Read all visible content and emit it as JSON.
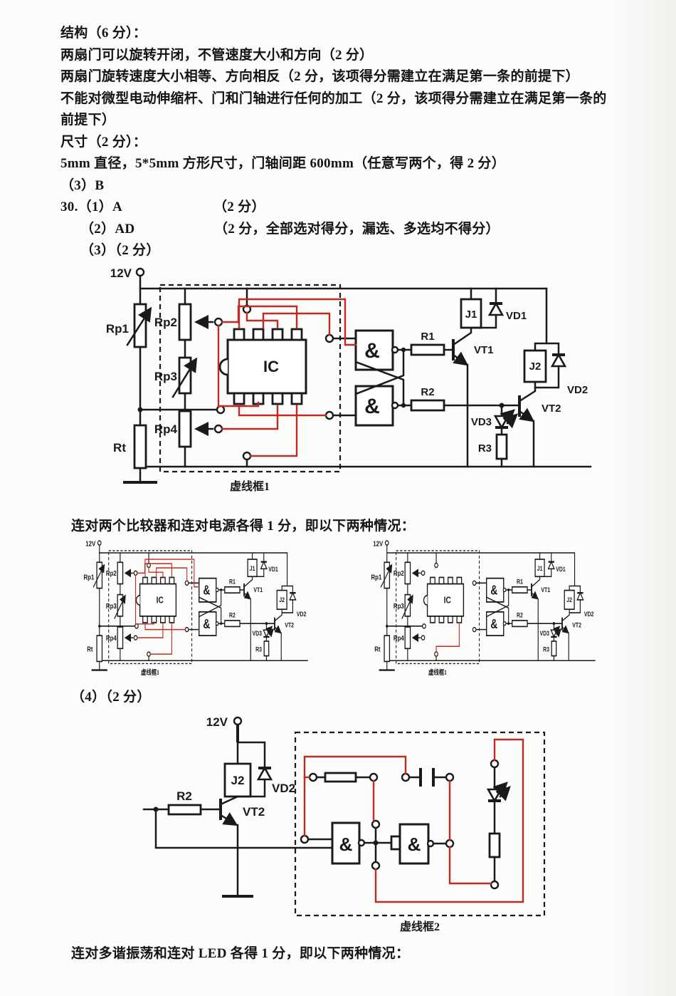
{
  "answers": {
    "lines": [
      "结构（6 分）：",
      "两扇门可以旋转开闭，不管速度大小和方向（2 分）",
      "两扇门旋转速度大小相等、方向相反（2 分，该项得分需建立在满足第一条的前提下）",
      "不能对微型电动伸缩杆、门和门轴进行任何的加工（2 分，该项得分需建立在满足第一条的",
      "前提下）",
      "尺寸（2 分）：",
      "5mm 直径，5*5mm 方形尺寸，门轴间距 600mm（任意写两个，得 2 分）",
      "（3）B",
      "30.（1）A",
      "（2）AD",
      "（3）（2 分）"
    ],
    "line9_score": "（2 分）",
    "line10_score": "（2 分，全部选对得分，漏选、多选均不得分）"
  },
  "captions": {
    "comparators": "连对两个比较器和连对电源各得 1 分，即以下两种情况：",
    "item4": "（4）（2 分）",
    "led": "连对多谐振荡和连对 LED 各得 1 分，即以下两种情况："
  },
  "circuit1": {
    "supply": "12V",
    "rp1": "Rp1",
    "rp2": "Rp2",
    "rp3": "Rp3",
    "rp4": "Rp4",
    "rt": "Rt",
    "ic": "IC",
    "gate": "&",
    "r1": "R1",
    "r2": "R2",
    "r3": "R3",
    "j1": "J1",
    "j2": "J2",
    "vd1": "VD1",
    "vd2": "VD2",
    "vd3": "VD3",
    "vt1": "VT1",
    "vt2": "VT2",
    "box_label": "虚线框1"
  },
  "circuit4": {
    "supply": "12V",
    "j2": "J2",
    "vd2": "VD2",
    "r2": "R2",
    "vt2": "VT2",
    "gate": "&",
    "box_label": "虚线框2"
  },
  "colors": {
    "wire_red": "#bf2b22",
    "ink": "#1a1a1a"
  }
}
